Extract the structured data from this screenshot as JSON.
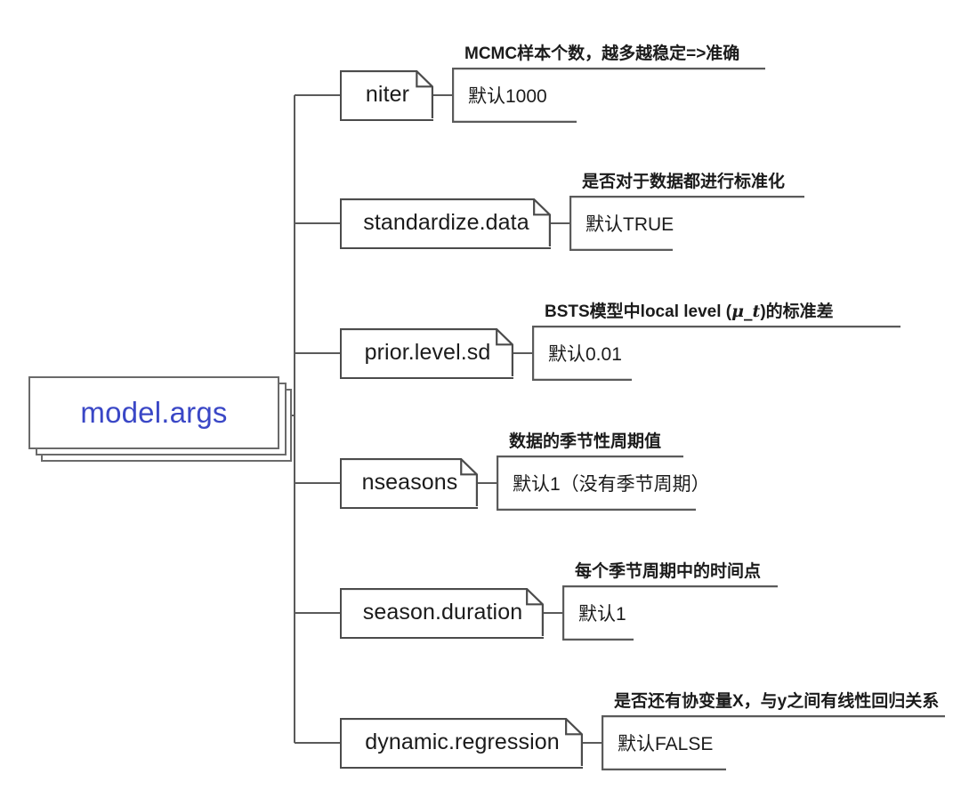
{
  "diagram": {
    "type": "mind-map",
    "title": "model.args",
    "root": {
      "label": "model.args",
      "color": "#3a47c6"
    },
    "style": {
      "background": "#ffffff",
      "line_color": "#5a5a5a",
      "node_border": "#4b4b4b",
      "text_color": "#1b1b1b"
    },
    "branches": [
      {
        "id": "niter",
        "label": "niter",
        "annotation": "MCMC样本个数，越多越稳定=>准确",
        "default_text": "默认1000"
      },
      {
        "id": "standardize-data",
        "label": "standardize.data",
        "annotation": "是否对于数据都进行标准化",
        "default_text": "默认TRUE"
      },
      {
        "id": "prior-level-sd",
        "label": "prior.level.sd",
        "annotation_prefix": "BSTS模型中local level (",
        "annotation_symbol": "μ_t",
        "annotation_suffix": ")的标准差",
        "annotation": "BSTS模型中local level (μ_t)的标准差",
        "default_text": "默认0.01"
      },
      {
        "id": "nseasons",
        "label": "nseasons",
        "annotation": "数据的季节性周期值",
        "default_text": "默认1（没有季节周期）"
      },
      {
        "id": "season-duration",
        "label": "season.duration",
        "annotation": "每个季节周期中的时间点",
        "default_text": "默认1"
      },
      {
        "id": "dynamic-regression",
        "label": "dynamic.regression",
        "annotation": "是否还有协变量X，与y之间有线性回归关系",
        "default_text": "默认FALSE"
      }
    ]
  }
}
